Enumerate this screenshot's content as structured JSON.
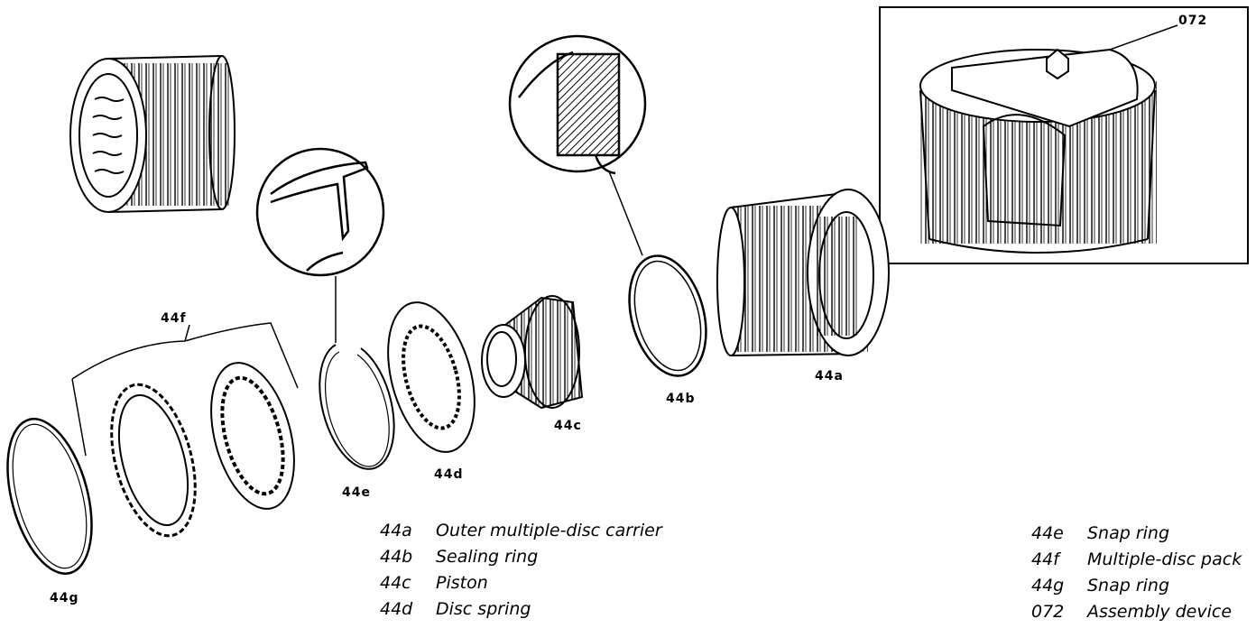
{
  "callouts": {
    "c44a": "44a",
    "c44b": "44b",
    "c44c": "44c",
    "c44d": "44d",
    "c44e": "44e",
    "c44f": "44f",
    "c44g": "44g",
    "c072": "072"
  },
  "legend_left": [
    {
      "code": "44a",
      "text": "Outer multiple-disc carrier"
    },
    {
      "code": "44b",
      "text": "Sealing ring"
    },
    {
      "code": "44c",
      "text": "Piston"
    },
    {
      "code": "44d",
      "text": "Disc spring"
    }
  ],
  "legend_right": [
    {
      "code": "44e",
      "text": "Snap ring"
    },
    {
      "code": "44f",
      "text": "Multiple-disc pack"
    },
    {
      "code": "44g",
      "text": "Snap ring"
    },
    {
      "code": "072",
      "text": "Assembly device"
    }
  ]
}
